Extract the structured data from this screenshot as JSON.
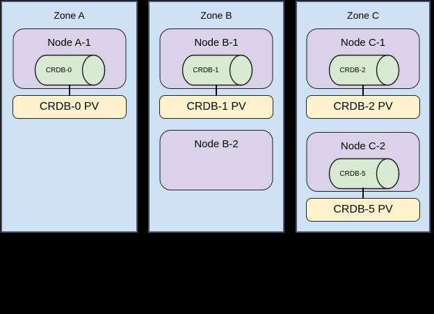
{
  "colors": {
    "zone_fill": "#cfe2f3",
    "zone_border": "#45536b",
    "node_fill": "#d9d2e9",
    "node_border": "#1f1f1f",
    "cyl_fill": "#d9ead3",
    "pv_fill": "#fff2cc",
    "text": "#000000",
    "bg": "#000000"
  },
  "zones": [
    {
      "label": "Zone A",
      "nodes": [
        {
          "label": "Node A-1",
          "cylinder": "CRDB-0",
          "pv": "CRDB-0 PV"
        }
      ]
    },
    {
      "label": "Zone B",
      "nodes": [
        {
          "label": "Node B-1",
          "cylinder": "CRDB-1",
          "pv": "CRDB-1 PV"
        },
        {
          "label": "Node B-2"
        }
      ]
    },
    {
      "label": "Zone C",
      "nodes": [
        {
          "label": "Node C-1",
          "cylinder": "CRDB-2",
          "pv": "CRDB-2 PV"
        },
        {
          "label": "Node C-2",
          "cylinder": "CRDB-5",
          "pv": "CRDB-5 PV"
        }
      ]
    }
  ]
}
